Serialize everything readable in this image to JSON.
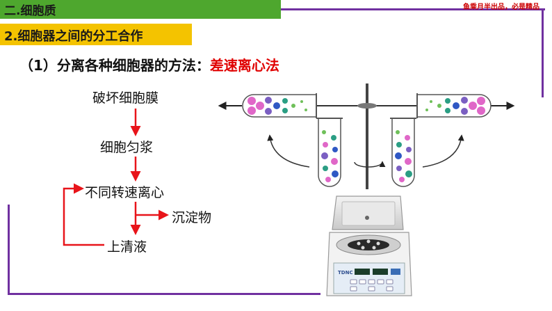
{
  "header": {
    "section_title": "二.细胞质",
    "subsection_title": "2.细胞器之间的分工合作",
    "slogan": "鱼乘月半出品，必是精品"
  },
  "method": {
    "prefix": "（1）分离各种细胞器的方法：",
    "highlight": "差速离心法"
  },
  "flow": {
    "step1": "破坏细胞膜",
    "step2": "细胞匀浆",
    "step3": "不同转速离心",
    "branch": "沉淀物",
    "step4": "上清液"
  },
  "device": {
    "brand": "TDNC"
  },
  "colors": {
    "green_bar": "#4ea72e",
    "yellow_bar": "#f4c300",
    "accent_red": "#e00000",
    "frame_purple": "#7030a0",
    "arrow_red": "#e8141a"
  }
}
